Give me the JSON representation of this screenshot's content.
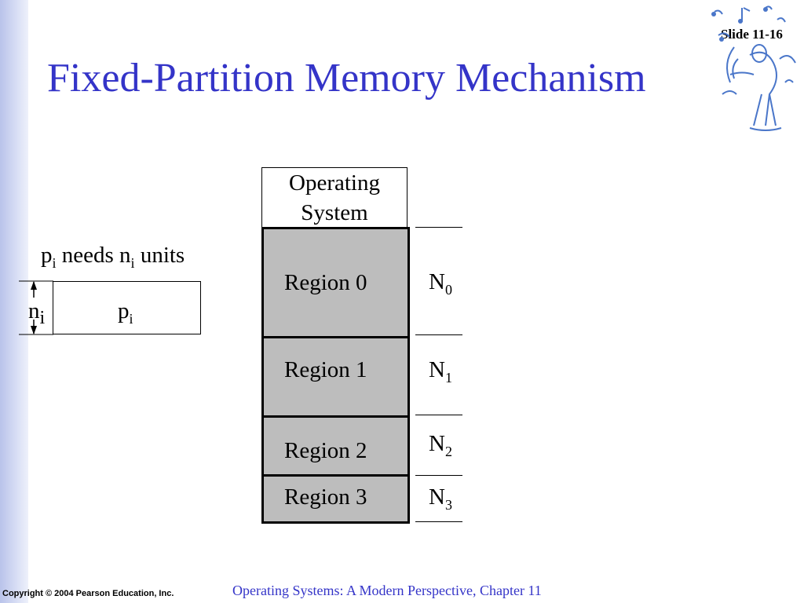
{
  "title": "Fixed-Partition Memory Mechanism",
  "slide_number": "Slide 11-16",
  "os_box": {
    "line1": "Operating",
    "line2": "System"
  },
  "regions": [
    {
      "label": "Region 0",
      "size_base": "N",
      "size_sub": "0"
    },
    {
      "label": "Region 1",
      "size_base": "N",
      "size_sub": "1"
    },
    {
      "label": "Region 2",
      "size_base": "N",
      "size_sub": "2"
    },
    {
      "label": "Region 3",
      "size_base": "N",
      "size_sub": "3"
    }
  ],
  "process": {
    "needs_p": "p",
    "needs_p_sub": "i",
    "needs_mid": " needs n",
    "needs_n_sub": "i",
    "needs_end": " units",
    "box_base": "p",
    "box_sub": "i",
    "height_base": "n",
    "height_sub": "i"
  },
  "footer": {
    "copyright": "Copyright © 2004 Pearson Education, Inc.",
    "book": "Operating Systems: A Modern Perspective, Chapter 11"
  },
  "colors": {
    "title": "#3434c8",
    "region_fill": "#bdbdbd",
    "sidebar": "#c8d0ef"
  },
  "icons": {
    "logo": "music-figure-logo-icon"
  }
}
